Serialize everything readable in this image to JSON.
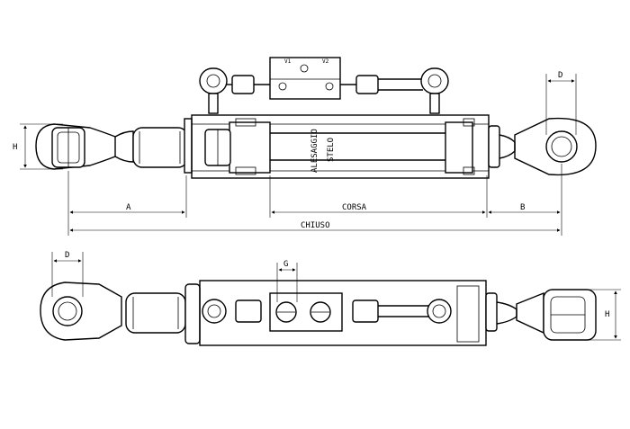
{
  "labels": {
    "h_top": "H",
    "d_top": "D",
    "a": "A",
    "corsa": "CORSA",
    "b": "B",
    "chiuso": "CHIUSΟ",
    "alesaggio": "ALESAGGIO",
    "stelo": "STELO",
    "d_bottom": "D",
    "g": "G",
    "h_bottom": "H",
    "v1": "V1",
    "v2": "V2"
  }
}
